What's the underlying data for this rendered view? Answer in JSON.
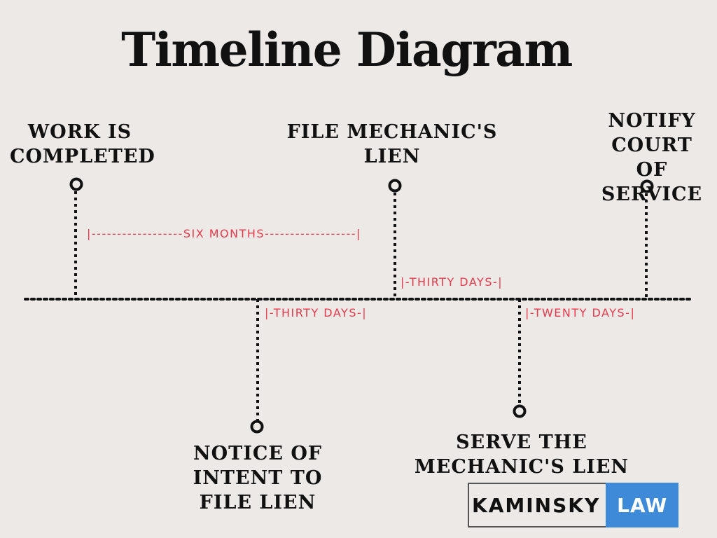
{
  "title": "Timeline Diagram",
  "events": {
    "work_completed": "WORK IS\nCOMPLETED",
    "file_lien": "FILE MECHANIC'S\nLIEN",
    "notify_court": "NOTIFY\nCOURT OF\nSERVICE",
    "notice_of_intent": "NOTICE OF\nINTENT TO\nFILE LIEN",
    "serve_lien": "SERVE THE\nMECHANIC'S LIEN"
  },
  "durations": {
    "six_months": "|------------------SIX MONTHS------------------|",
    "thirty_days_a": "|-THIRTY DAYS-|",
    "thirty_days_b": "|-THIRTY DAYS-|",
    "twenty_days": "|-TWENTY DAYS-|"
  },
  "logo": {
    "left": "KAMINSKY",
    "right": "LAW"
  },
  "colors": {
    "background": "#ece9e7",
    "duration_text": "#e8394a",
    "logo_blue": "#3f8ad8",
    "ink": "#111111"
  }
}
